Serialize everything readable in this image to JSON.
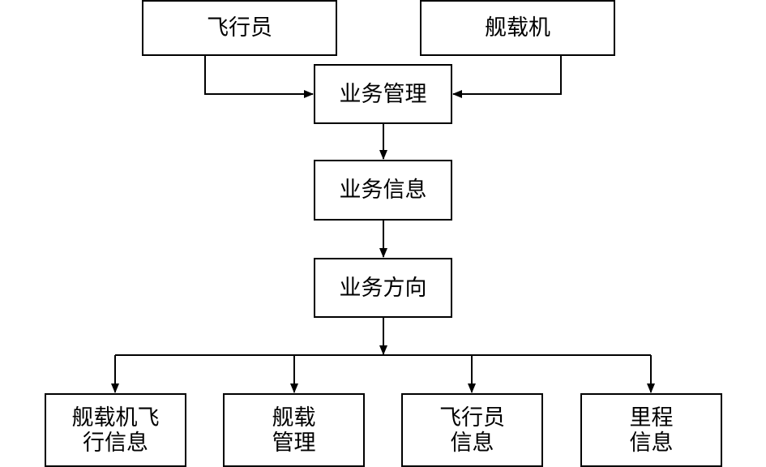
{
  "diagram": {
    "nodes": {
      "pilot": "飞行员",
      "aircraft": "舰载机",
      "business_management": "业务管理",
      "business_info": "业务信息",
      "business_direction": "业务方向",
      "aircraft_flight_info": "舰载机飞\n行信息",
      "aircraft_management": "舰载\n管理",
      "pilot_info": "飞行员\n信息",
      "mileage_info": "里程\n信息"
    },
    "edges": [
      {
        "from": "pilot",
        "to": "business_management"
      },
      {
        "from": "aircraft",
        "to": "business_management"
      },
      {
        "from": "business_management",
        "to": "business_info"
      },
      {
        "from": "business_info",
        "to": "business_direction"
      },
      {
        "from": "business_direction",
        "to": "aircraft_flight_info"
      },
      {
        "from": "business_direction",
        "to": "aircraft_management"
      },
      {
        "from": "business_direction",
        "to": "pilot_info"
      },
      {
        "from": "business_direction",
        "to": "mileage_info"
      }
    ]
  }
}
